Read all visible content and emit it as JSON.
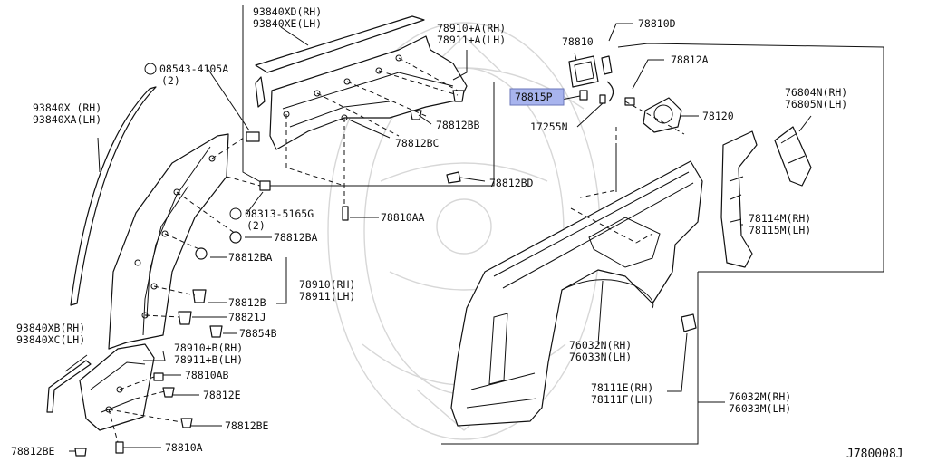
{
  "figure_ref": "J780008J",
  "labels": {
    "l_93840xd": "93840XD(RH)",
    "l_93840xe": "93840XE(LH)",
    "l_78910a": "78910+A(RH)",
    "l_78911a": "78911+A(LH)",
    "l_78810d": "78810D",
    "l_78810": "78810",
    "l_78812a": "78812A",
    "l_78815p": "78815P",
    "l_17255n": "17255N",
    "l_78120": "78120",
    "l_76804n": "76804N(RH)",
    "l_76805n": "76805N(LH)",
    "l_08543": "08543-4105A",
    "l_08543q": "(2)",
    "l_93840x": "93840X (RH)",
    "l_93840xa": "93840XA(LH)",
    "l_78812bb": "78812BB",
    "l_78812bc": "78812BC",
    "l_78812bd": "78812BD",
    "l_08313": "08313-5165G",
    "l_08313q": "(2)",
    "l_78810aa": "78810AA",
    "l_78812ba_1": "78812BA",
    "l_78812ba_2": "78812BA",
    "l_78910": "78910(RH)",
    "l_78911": "78911(LH)",
    "l_78812b": "78812B",
    "l_78821j": "78821J",
    "l_78854b": "78854B",
    "l_93840xb": "93840XB(RH)",
    "l_93840xc": "93840XC(LH)",
    "l_78910b": "78910+B(RH)",
    "l_78911b": "78911+B(LH)",
    "l_78810ab": "78810AB",
    "l_78812e": "78812E",
    "l_78812be_r": "78812BE",
    "l_78812be_l": "78812BE",
    "l_78810a": "78810A",
    "l_78114m": "78114M(RH)",
    "l_78115m": "78115M(LH)",
    "l_76032n": "76032N(RH)",
    "l_76033n": "76033N(LH)",
    "l_78111e": "78111E(RH)",
    "l_78111f": "78111F(LH)",
    "l_76032m": "76032M(RH)",
    "l_76033m": "76033M(LH)"
  },
  "highlighted_part": "78815P",
  "colors": {
    "highlight": "#a8b4ee",
    "ink": "#111111",
    "watermark": "#d7d7d7"
  }
}
